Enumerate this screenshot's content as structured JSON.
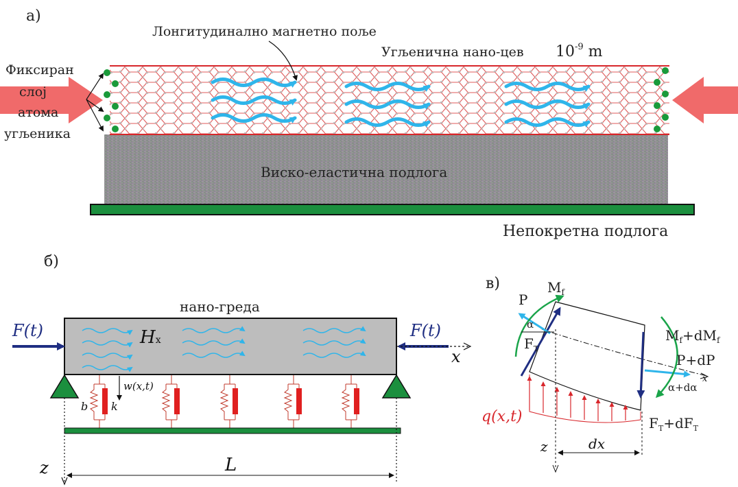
{
  "panel_a": {
    "tag": "а)",
    "magnetic_field": "Лонгитудинално магнетно поље",
    "nanotube": "Угљенична нано-цев",
    "scale": "10",
    "scale_exp": "-9",
    "scale_unit": " m",
    "fixed_1": "Фиксиран",
    "fixed_2": "слој",
    "fixed_3": "атома",
    "fixed_4": "угљеника",
    "foundation": "Виско-еластична подлога",
    "rigid": "Непокретна подлога"
  },
  "panel_b": {
    "tag": "б)",
    "beam": "нано-греда",
    "force": "F(t)",
    "field_H": "H",
    "field_sub": "x",
    "axis_x": "x",
    "axis_z": "z",
    "length": "L",
    "deflection": "w(x,t)",
    "damper": "b",
    "spring": "k"
  },
  "panel_v": {
    "tag": "в)",
    "P": "P",
    "M": "M",
    "M_sub": "f",
    "F": "F",
    "F_sub": "T",
    "alpha": "α",
    "M_plus": "M",
    "M_plus_sub1": "f",
    "M_plus_mid": "+dM",
    "M_plus_sub2": "f",
    "P_plus": "P+dP",
    "alpha_plus": "α+dα",
    "F_plus": "F",
    "F_plus_sub1": "T",
    "F_plus_mid": "+dF",
    "F_plus_sub2": "T",
    "load": "q(x,t)",
    "axis_x": "x",
    "axis_z": "z",
    "dx": "dx"
  },
  "colors": {
    "tube_red": "#d8262b",
    "atom_grey": "#b5b5b5",
    "field_blue": "#2fb5ea",
    "fixed_green": "#1a9a3a",
    "arrow_pink": "#f06a6a",
    "foundation_grey": "#8e8e8e",
    "ground_green": "#1b8f3e",
    "force_navy": "#1f2e82",
    "moment_green": "#1aa44a",
    "beam_grey": "#bdbdbd"
  }
}
